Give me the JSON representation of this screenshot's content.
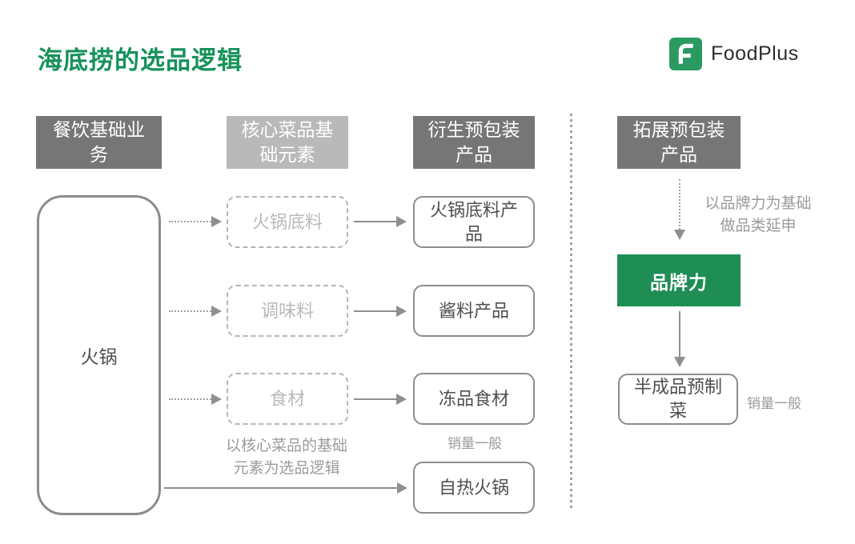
{
  "page": {
    "title": "海底捞的选品逻辑",
    "brand": {
      "name": "FoodPlus",
      "logo_letter": "F"
    }
  },
  "headers": [
    {
      "label": "餐饮基础业务",
      "variant": "dark"
    },
    {
      "label": "核心菜品基础元素",
      "variant": "light"
    },
    {
      "label": "衍生预包装产品",
      "variant": "dark"
    },
    {
      "label": "拓展预包装产品",
      "variant": "dark"
    }
  ],
  "left_flow": {
    "base_business": "火锅",
    "rows": [
      {
        "element": "火锅底料",
        "product": "火锅底料产品"
      },
      {
        "element": "调味料",
        "product": "酱料产品"
      },
      {
        "element": "食材",
        "product": "冻品食材",
        "product_note": "销量一般"
      }
    ],
    "elements_note": "以核心菜品的基础元素为选品逻辑",
    "direct_product": "自热火锅"
  },
  "right_flow": {
    "arrow_note": "以品牌力为基础做品类延申",
    "brand_power": "品牌力",
    "product": "半成品预制菜",
    "product_note": "销量一般"
  },
  "colors": {
    "green_title": "#16915a",
    "green_logo": "#2b9a62",
    "green_brand": "#1e8e55",
    "header_dark": "#767676",
    "header_light": "#b9b9b9",
    "line_gray": "#8f8f8f",
    "line_dotted": "#a0a0a0",
    "box_border": "#8c8c8c",
    "dash_border": "#b5b5b5",
    "dash_text": "#b9b9b9",
    "box_text": "#4f4f4f",
    "muted": "#9b9b9b",
    "logo_text": "#2d2d2d"
  }
}
